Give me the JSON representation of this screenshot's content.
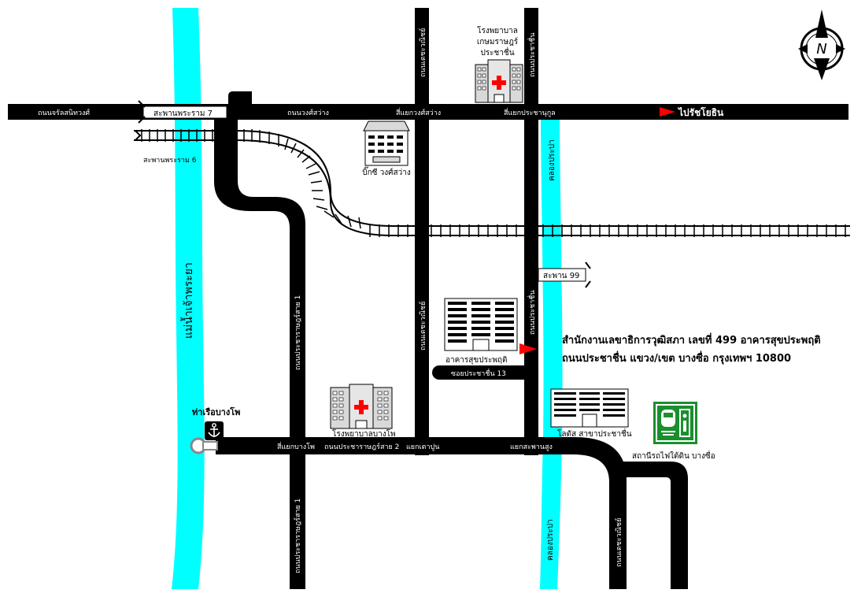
{
  "colors": {
    "river": "#00ffff",
    "road": "#000000",
    "marker": "#ff0000",
    "station_icon": "#1a8f2e"
  },
  "icons": {
    "compass": "compass-north-icon",
    "hospital": "hospital-building-icon",
    "office": "office-building-icon",
    "pier": "anchor-icon",
    "station": "train-station-icon",
    "marker": "red-flag-icon"
  },
  "compass": {
    "label": "N"
  },
  "roads": {
    "top_left": "ถนนจรัลสนิทวงศ์",
    "top_mid": "ถนนวงศ์สว่าง",
    "top_right": "สี่แยกประชานุกูล",
    "rama7_bridge": "สะพานพระราม 7",
    "rama6_bridge": "สะพานพระราม 6",
    "junction_wongsawang": "สี่แยกวงศ์สว่าง",
    "to_mochit": "ไปรัชโยธิน",
    "tani_vertical_top": "ถนนเตชะวณิชย์",
    "prachachuen_top": "ถนนประชาชื่น",
    "tani_vertical_mid": "ถนนเตชะวณิชย์",
    "prachachuen_mid": "ถนนประชาชื่น",
    "pracharat_top": "ถนนประชาราษฎร์สาย 1",
    "pracharat_bottom": "ถนนประชาราษฎร์สาย 1",
    "soi_13": "ซอยประชาชื่น 13",
    "bottom_bangpho": "สี่แยกบางโพ",
    "bottom_pracharat2": "ถนนประชาราษฎร์สาย 2",
    "bottom_taopun": "แยกเตาปูน",
    "bottom_sapansung": "แยกสะพานสูง",
    "bridge_99": "สะพาน 99",
    "krungthep_nonthaburi": "ถนนเตชะวณิชย์"
  },
  "water": {
    "chao_phraya": "แม่น้ำเจ้าพระยา",
    "canal_top": "คลองประปา",
    "canal_bottom": "คลองประปา"
  },
  "places": {
    "hospital_top": [
      "โรงพยาบาล",
      "เกษมราษฎร์",
      "ประชาชื่น"
    ],
    "bigc": "บิ๊กซี วงศ์สว่าง",
    "target_building": "อาคารสุขประพฤติ",
    "hospital_bangpho": "โรงพยาบาลบางโพ",
    "lotus": "โลตัส สาขาประชาชื่น",
    "pier": "ท่าเรือบางโพ",
    "station": "สถานีรถไฟใต้ดิน บางซื่อ"
  },
  "address": {
    "line1": "สำนักงานเลขาธิการวุฒิสภา เลขที่ 499 อาคารสุขประพฤติ",
    "line2": "ถนนประชาชื่น แขวง/เขต บางซื่อ กรุงเทพฯ 10800"
  }
}
